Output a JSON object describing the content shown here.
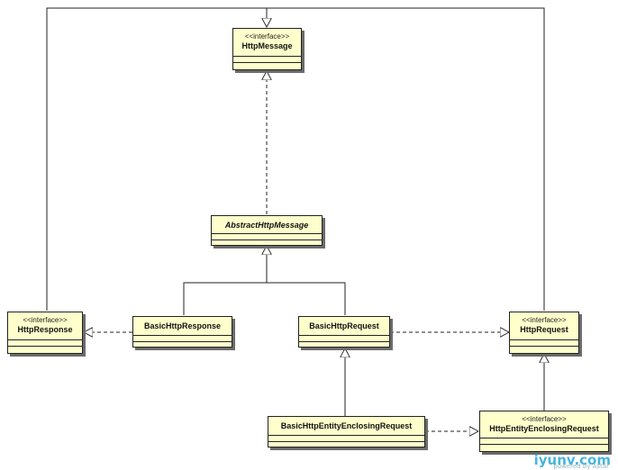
{
  "classes": {
    "http_message": {
      "stereotype": "<<interface>>",
      "name": "HttpMessage"
    },
    "abstract_http_message": {
      "name": "AbstractHttpMessage"
    },
    "http_response": {
      "stereotype": "<<interface>>",
      "name": "HttpResponse"
    },
    "basic_http_response": {
      "name": "BasicHttpResponse"
    },
    "basic_http_request": {
      "name": "BasicHttpRequest"
    },
    "http_request": {
      "stereotype": "<<interface>>",
      "name": "HttpRequest"
    },
    "basic_http_entity_enclosing_request": {
      "name": "BasicHttpEntityEnclosingRequest"
    },
    "http_entity_enclosing_request": {
      "stereotype": "<<interface>>",
      "name": "HttpEntityEnclosingRequest"
    }
  },
  "watermark": {
    "text": "iyunv.com",
    "sub": "powered by Astar"
  },
  "colors": {
    "class_fill": "#ffffcc",
    "line": "#222222",
    "shadow": "#6b6b6b"
  }
}
